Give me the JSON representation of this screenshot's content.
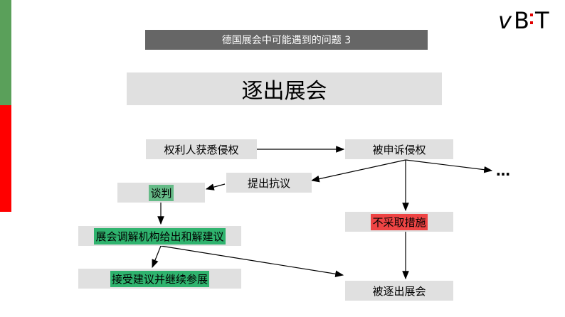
{
  "slide": {
    "subtitle": "德国展会中可能遇到的问题 3",
    "title": "逐出展会",
    "logo_text": "vB:T"
  },
  "diagram": {
    "nodes": {
      "rights_holder": "权利人获悉侵权",
      "accused": "被申诉侵权",
      "objection": "提出抗议",
      "ellipsis": "…",
      "negotiate": "谈判",
      "no_action": "不采取措施",
      "mediation": "展会调解机构给出和解建议",
      "accept": "接受建议并继续参展",
      "expelled": "被逐出展会"
    }
  },
  "colors": {
    "side_green": "#5aa05a",
    "side_red": "#ff0000",
    "highlight_green": "#66bb88",
    "highlight_green_strong": "#2fb36e",
    "highlight_red": "#ee4444",
    "box_gray": "#e0e0e0",
    "subtitle_bg": "#666666"
  }
}
